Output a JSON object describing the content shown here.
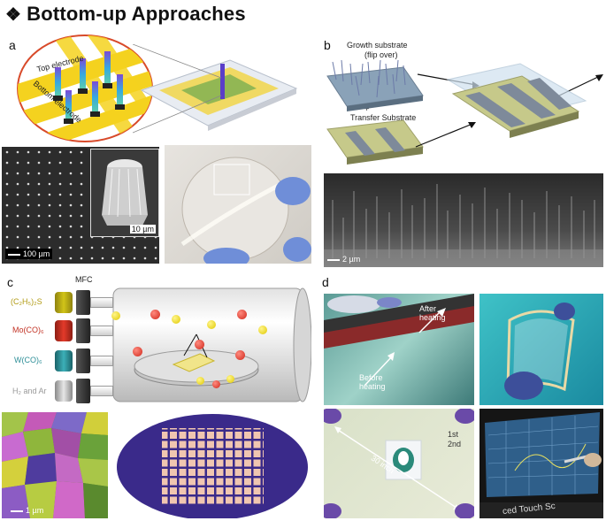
{
  "title": {
    "bullet": "❖",
    "text": "Bottom-up Approaches"
  },
  "panels": {
    "a": {
      "letter": "a",
      "top_electrode": "Top electrode",
      "bottom_electrode": "Bottom electrode",
      "scale_large": "100 µm",
      "scale_inset": "10 µm"
    },
    "b": {
      "letter": "b",
      "growth_substrate": "Growth substrate",
      "flip_over": "(flip over)",
      "plus": "+",
      "transfer_substrate": "Transfer Substrate",
      "scale": "2 µm"
    },
    "c": {
      "letter": "c",
      "mfc": "MFC",
      "gas1": "(C₂H₅)₂S",
      "gas2": "Mo(CO)₆",
      "gas3": "W(CO)₆",
      "gas4": "H₂ and Ar",
      "scale": "1 µm"
    },
    "d": {
      "letter": "d",
      "after_heating": "After\nheating",
      "before_heating": "Before\nheating",
      "size": "30 inch",
      "first": "1st",
      "second": "2nd",
      "touch": "ced Touch Sc"
    }
  },
  "colors": {
    "yellow_electrode": "#f4d21f",
    "mo_red": "#d9382b",
    "w_teal": "#3aa0a8",
    "wafer_purple": "#3a2a8a"
  }
}
